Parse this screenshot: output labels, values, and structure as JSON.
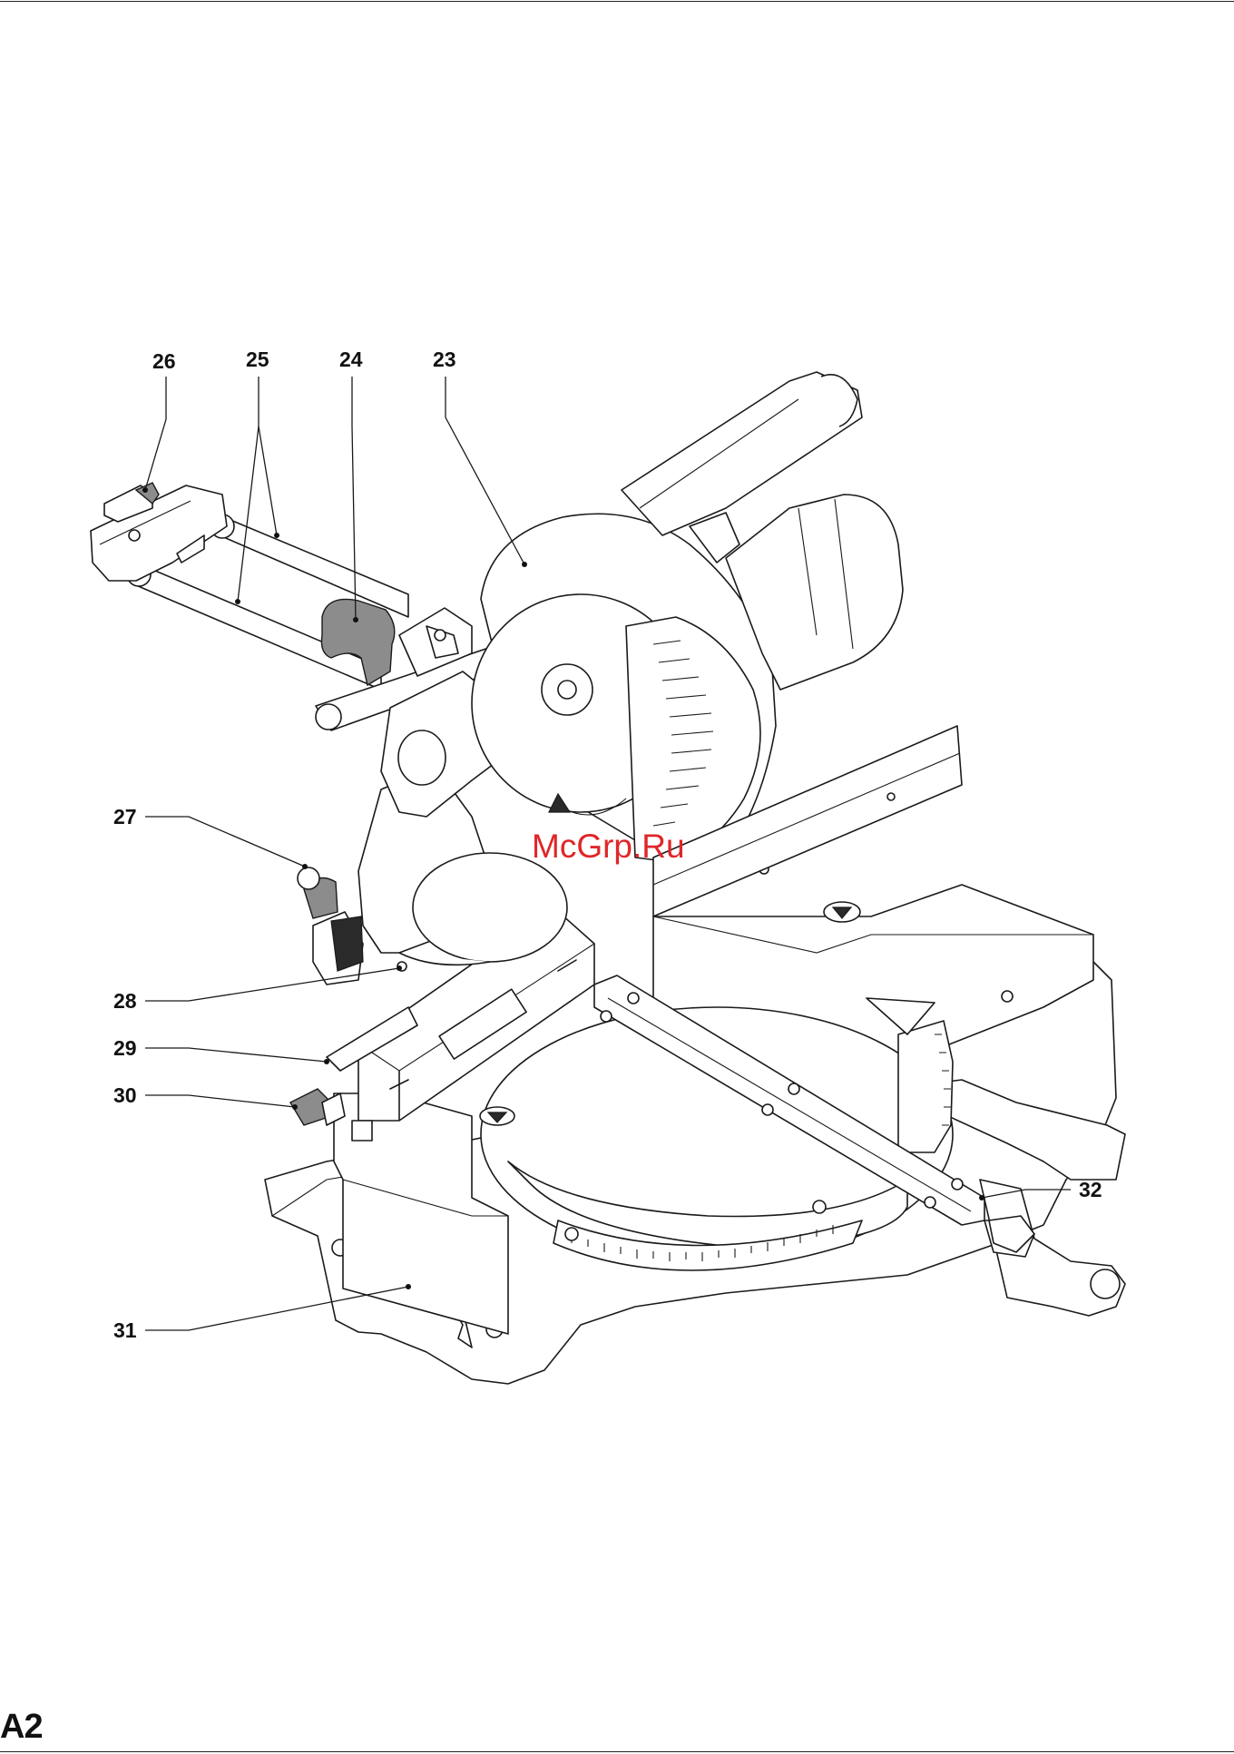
{
  "page": {
    "id": "A2"
  },
  "watermark": "McGrp.Ru",
  "labels": [
    "26",
    "25",
    "24",
    "23",
    "27",
    "28",
    "29",
    "30",
    "32",
    "31"
  ],
  "icons": {
    "illustration": "mitre-saw-exploded-view",
    "brand_logo": "triangle-logo-icon"
  }
}
